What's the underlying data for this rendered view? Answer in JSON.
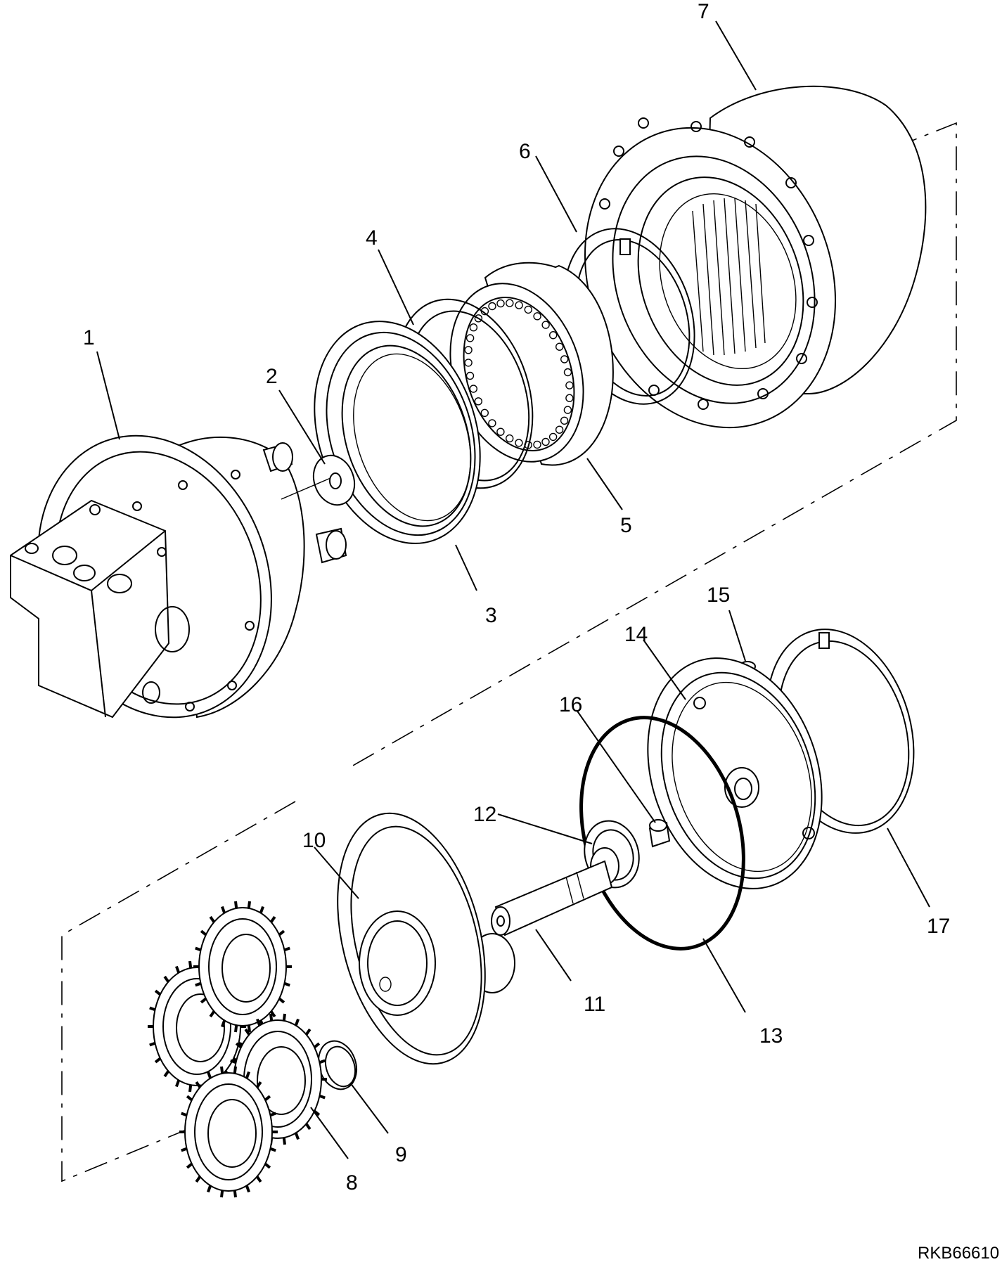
{
  "diagram": {
    "callouts": [
      "1",
      "2",
      "3",
      "4",
      "5",
      "6",
      "7",
      "8",
      "9",
      "10",
      "11",
      "12",
      "13",
      "14",
      "15",
      "16",
      "17"
    ],
    "drawing_code": "RKB66610"
  }
}
